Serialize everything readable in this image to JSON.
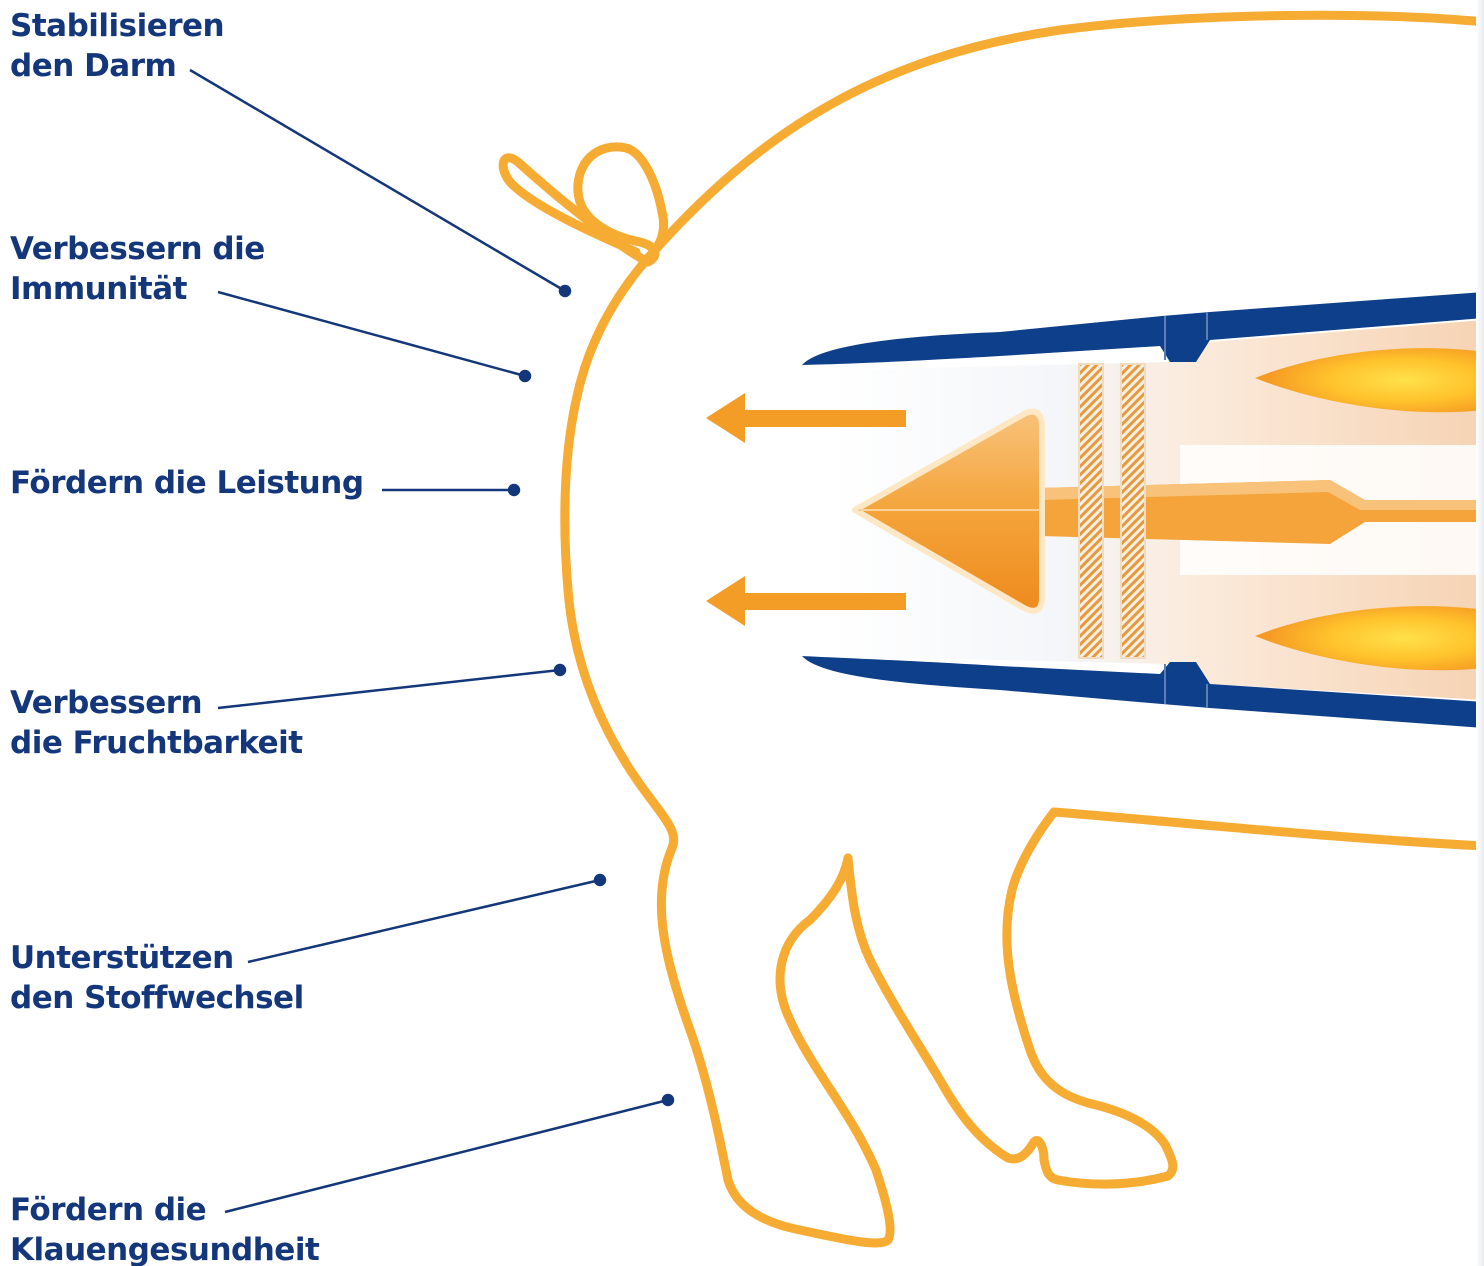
{
  "colors": {
    "label_text": "#13377a",
    "pig_outline": "#f6ac33",
    "engine_shell": "#0d3f8a",
    "arrow_orange": "#f39c26",
    "flame_yellow": "#ffd23a"
  },
  "labels": [
    {
      "id": "darm",
      "lines": [
        "Stabilisieren",
        "den Darm"
      ]
    },
    {
      "id": "immunitaet",
      "lines": [
        "Verbessern die",
        "Immunität"
      ]
    },
    {
      "id": "leistung",
      "lines": [
        "Fördern die Leistung"
      ]
    },
    {
      "id": "fruchtbarkeit",
      "lines": [
        "Verbessern",
        "die Fruchtbarkeit"
      ]
    },
    {
      "id": "stoffwechsel",
      "lines": [
        "Unterstützen",
        "den Stoffwechsel"
      ]
    },
    {
      "id": "klauengesundheit",
      "lines": [
        "Fördern die",
        "Klauengesundheit"
      ]
    }
  ]
}
